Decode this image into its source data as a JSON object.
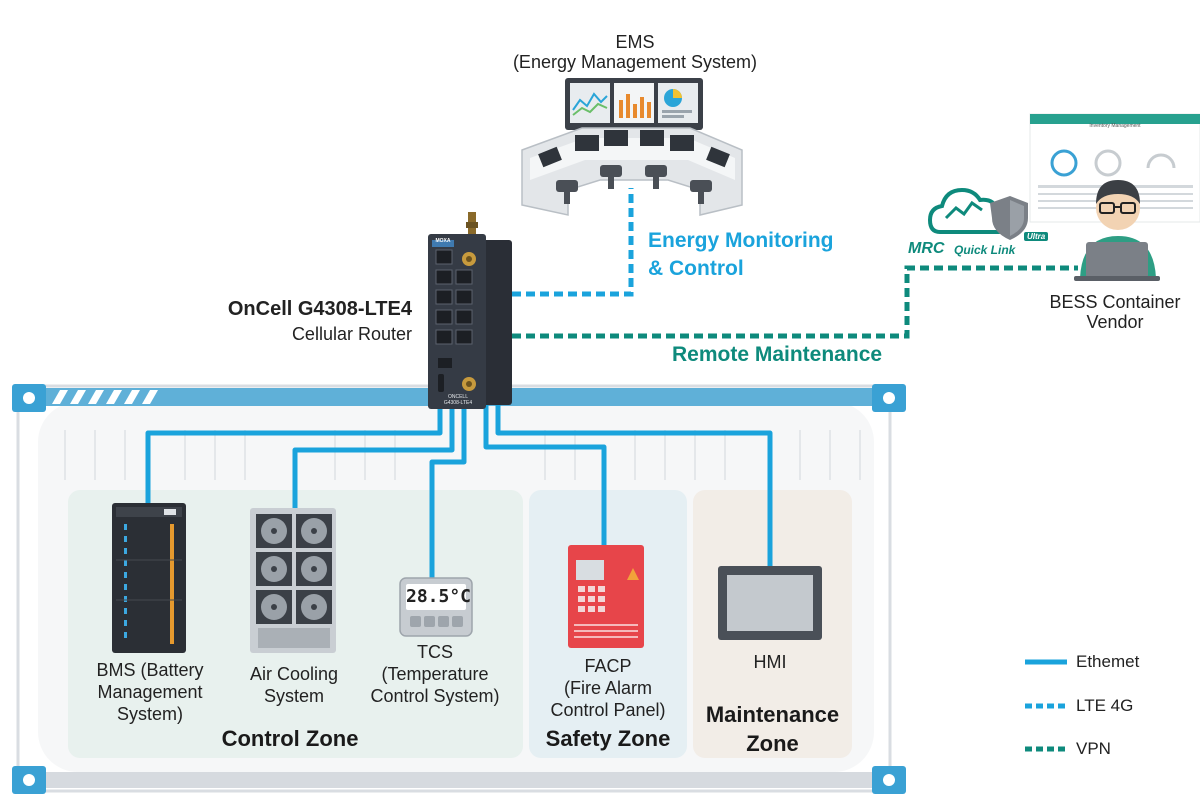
{
  "colors": {
    "ethernet": "#1aa3dc",
    "lte": "#1aa3dc",
    "vpn": "#0e8a7c",
    "energy_label": "#1aa3dc",
    "remote_label": "#0e8a7c",
    "control_zone_bg": "#dff1e8",
    "safety_zone_bg": "#d9edf4",
    "maintenance_zone_bg": "#f7e8da"
  },
  "ems": {
    "title": "EMS",
    "subtitle": "(Energy Management System)"
  },
  "router": {
    "name": "OnCell G4308-LTE4",
    "type": "Cellular Router",
    "brand": "MOXA",
    "front_label_1": "ONCELL",
    "front_label_2": "G4308-LTE4"
  },
  "links": {
    "energy_line1": "Energy Monitoring",
    "energy_line2": "& Control",
    "remote": "Remote Maintenance"
  },
  "mrc": {
    "brand": "MRC",
    "product": "Quick Link",
    "badge": "Ultra",
    "dashboard_title": "Inventory Management"
  },
  "vendor": {
    "line1": "BESS Container",
    "line2": "Vendor"
  },
  "devices": {
    "bms": [
      "BMS (Battery",
      "Management",
      "System)"
    ],
    "air": [
      "Air Cooling",
      "System"
    ],
    "tcs": [
      "TCS",
      "(Temperature",
      "Control System)"
    ],
    "tcs_display": "28.5°C",
    "facp": [
      "FACP",
      "(Fire Alarm",
      "Control Panel)"
    ],
    "hmi": "HMI"
  },
  "zones": {
    "control": "Control Zone",
    "safety": "Safety Zone",
    "maintenance_line1": "Maintenance",
    "maintenance_line2": "Zone"
  },
  "legend": [
    {
      "label": "Ethemet",
      "style": "solid"
    },
    {
      "label": "LTE 4G",
      "style": "dashed"
    },
    {
      "label": "VPN",
      "style": "dashed-vpn"
    }
  ]
}
